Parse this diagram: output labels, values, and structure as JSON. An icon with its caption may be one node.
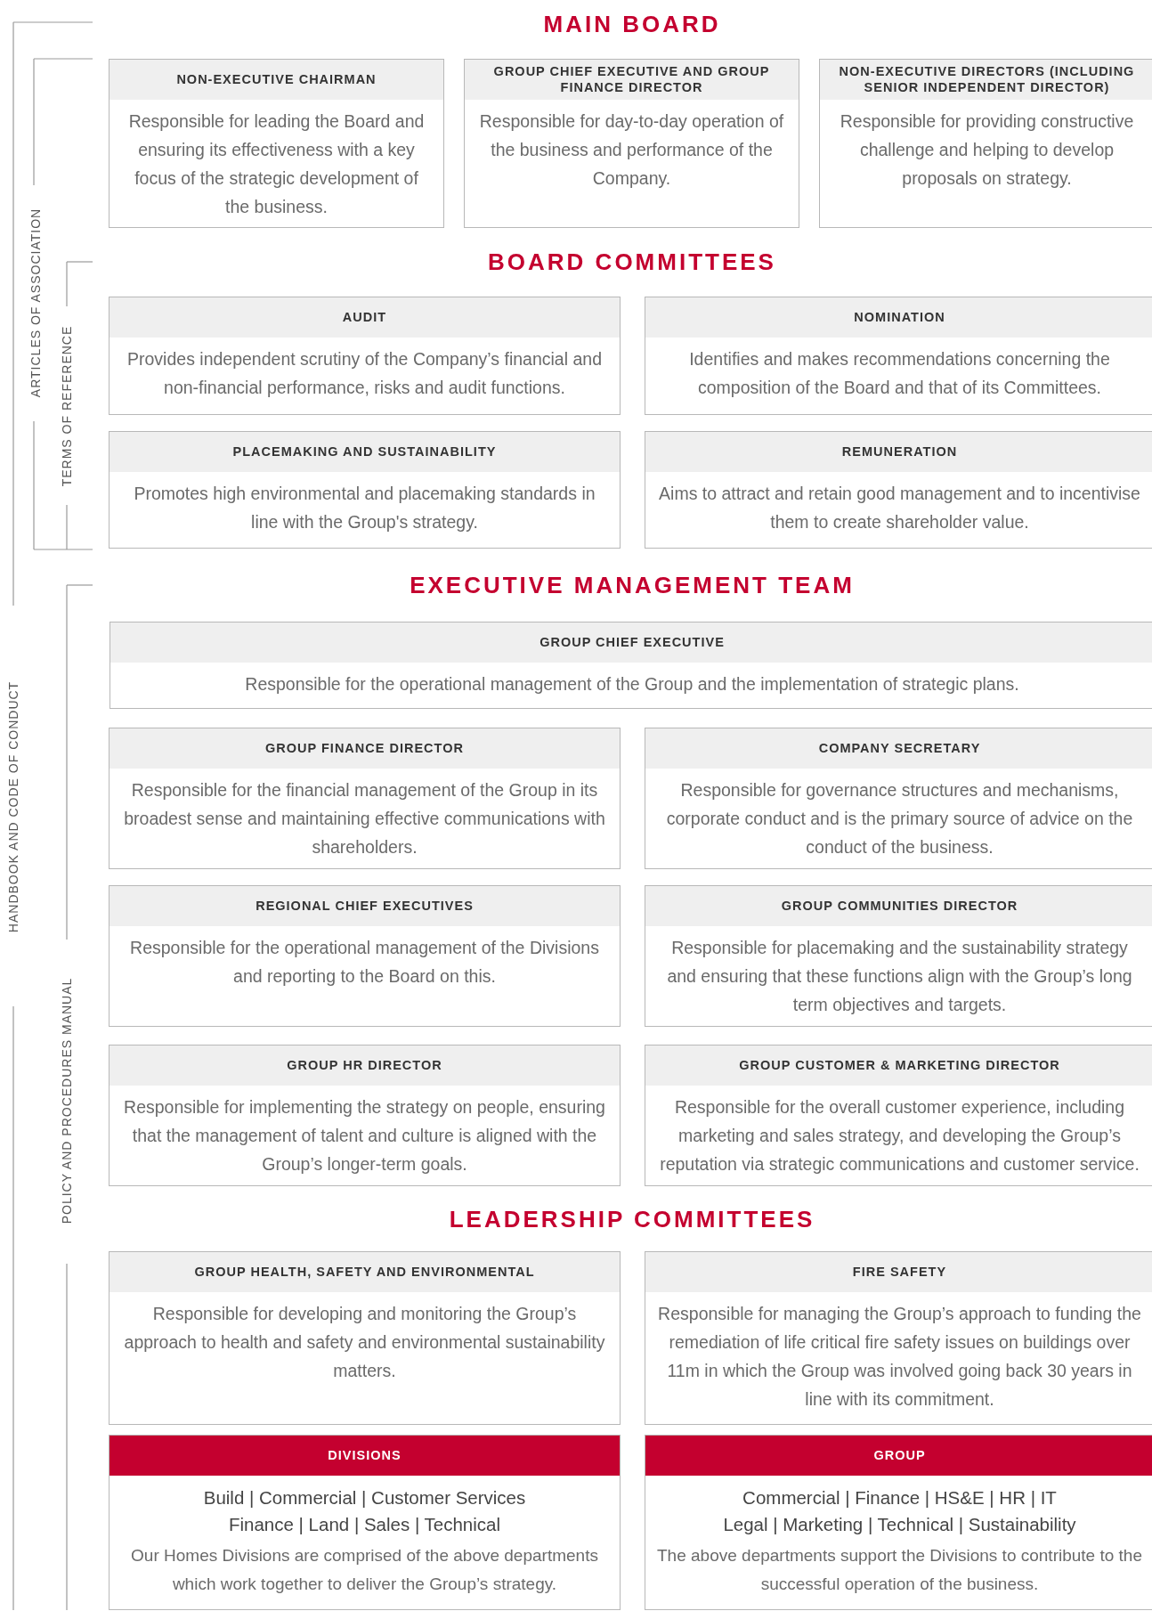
{
  "diagram": {
    "nodes": [
      {
        "text": [
          "NON-EXECUTIVE CHAIRMAN",
          "Responsible for leading the Board and ensuring its effectiveness with a key focus of the strategic development of the business."
        ]
      },
      {
        "text": [
          "GROUP CHIEF EXECUTIVE AND GROUP FINANCE DIRECTOR",
          "Responsible for day-to-day operation of the business and performance of the Company."
        ]
      },
      {
        "text": [
          "NON-EXECUTIVE DIRECTORS (INCLUDING SENIOR INDEPENDENT DIRECTOR)",
          "Responsible for providing constructive challenge and helping to develop proposals on strategy."
        ]
      },
      {
        "text": [
          "AUDIT",
          "Provides independent scrutiny of the Company’s financial and non-financial performance, risks and audit functions."
        ]
      },
      {
        "text": [
          "NOMINATION",
          "Identifies and makes recommendations concerning the composition of the Board and that of its Committees."
        ]
      },
      {
        "text": [
          "PLACEMAKING AND SUSTAINABILITY",
          "Promotes high environmental and placemaking standards in line with the Group's strategy."
        ]
      },
      {
        "text": [
          "REMUNERATION",
          "Aims to attract and retain good management and to incentivise them to create shareholder value."
        ]
      },
      {
        "text": [
          "GROUP CHIEF EXECUTIVE",
          "Responsible for the operational management of the Group and the implementation of strategic plans."
        ]
      },
      {
        "text": [
          "GROUP FINANCE DIRECTOR",
          "Responsible for the financial management of the Group in its broadest sense and maintaining effective communications with shareholders."
        ]
      },
      {
        "text": [
          "COMPANY SECRETARY",
          "Responsible for governance structures and mechanisms, corporate conduct and is the primary source of advice on the conduct of the business."
        ]
      },
      {
        "text": [
          "REGIONAL CHIEF EXECUTIVES",
          "Responsible for the operational management of the Divisions and reporting to the Board on this."
        ]
      },
      {
        "text": [
          "GROUP COMMUNITIES DIRECTOR",
          "Responsible for placemaking and the sustainability strategy and ensuring that these functions align with the Group’s long term objectives and targets."
        ]
      },
      {
        "text": [
          "GROUP HR DIRECTOR",
          "Responsible for implementing the strategy on people, ensuring that the management of talent and culture is aligned with the Group’s longer-term goals."
        ]
      },
      {
        "text": [
          "GROUP CUSTOMER & MARKETING DIRECTOR",
          "Responsible for the overall customer experience, including marketing and sales strategy, and developing the Group’s reputation via strategic communications and customer service."
        ]
      },
      {
        "text": [
          "GROUP HEALTH, SAFETY AND ENVIRONMENTAL",
          "Responsible for developing and monitoring the Group’s approach to health and safety and environmental sustainability matters."
        ]
      },
      {
        "text": [
          "FIRE SAFETY",
          "Responsible for managing the Group’s approach to funding the remediation of life critical fire safety issues on buildings over 11m in which the Group was involved going back 30 years in line with its commitment."
        ]
      },
      {
        "text": [
          "DIVISIONS",
          "Build | Commercial | Customer Services",
          "Finance | Land | Sales | Technical",
          "Our Homes Divisions are comprised of the above departments which work together to deliver the Group’s strategy."
        ]
      },
      {
        "text": [
          "GROUP",
          "Commercial | Finance | HS&E | HR | IT",
          "Legal | Marketing | Technical | Sustainability",
          "The above departments support the Divisions to contribute to the successful operation of the business."
        ]
      }
    ],
    "labels": [
      "MAIN BOARD",
      "BOARD COMMITTEES",
      "EXECUTIVE MANAGEMENT TEAM",
      "LEADERSHIP COMMITTEES",
      "ARTICLES OF ASSOCIATION",
      "TERMS OF REFERENCE",
      "HANDBOOK AND CODE OF CONDUCT",
      "POLICY AND PROCEDURES MANUAL"
    ]
  }
}
